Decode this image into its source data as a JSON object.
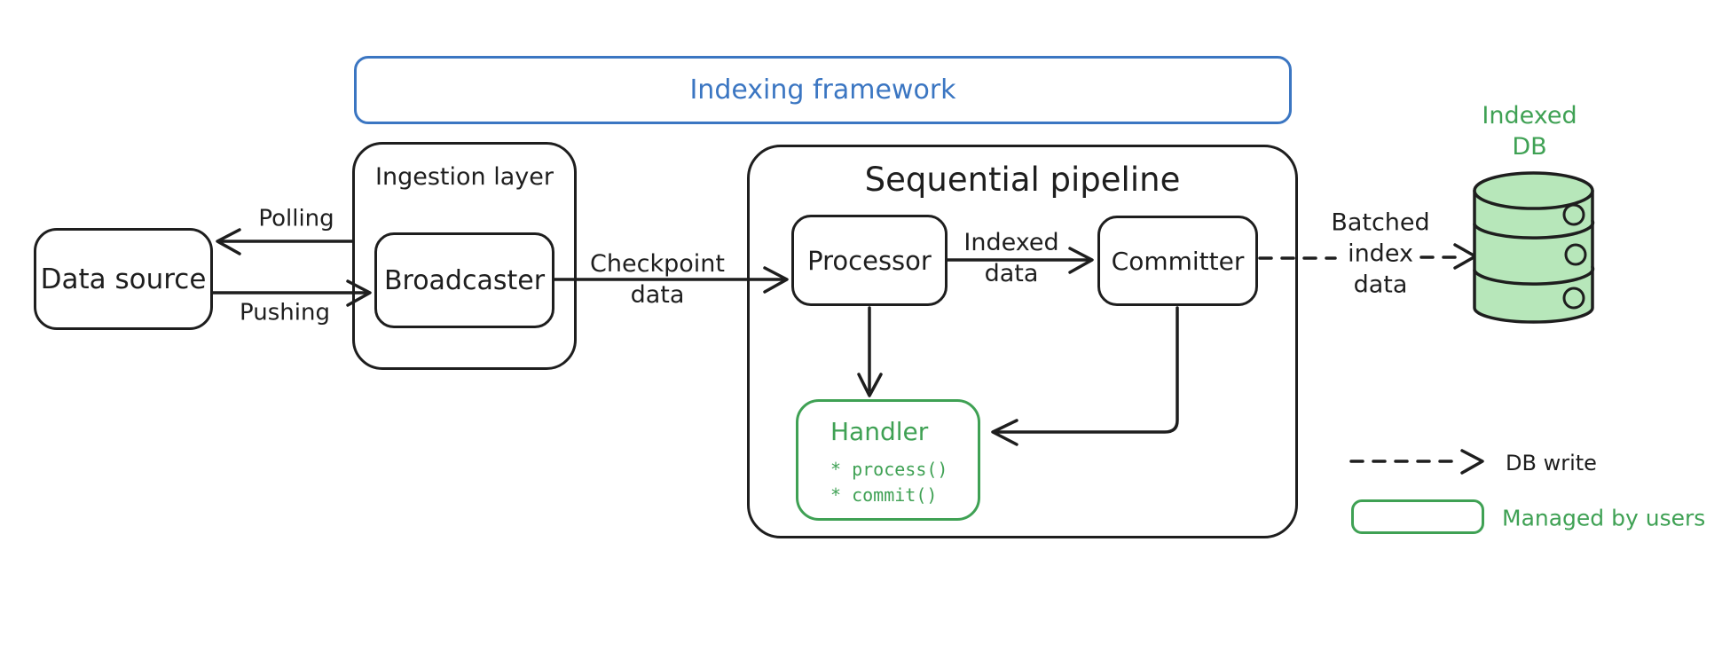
{
  "diagram": {
    "framework_label": "Indexing framework",
    "nodes": {
      "data_source": {
        "label": "Data source"
      },
      "ingestion_layer": {
        "label": "Ingestion layer"
      },
      "broadcaster": {
        "label": "Broadcaster"
      },
      "sequential_pipeline": {
        "label": "Sequential pipeline"
      },
      "processor": {
        "label": "Processor"
      },
      "committer": {
        "label": "Committer"
      },
      "handler": {
        "label": "Handler",
        "methods": [
          "* process()",
          "* commit()"
        ]
      },
      "indexed_db": {
        "label_line1": "Indexed",
        "label_line2": "DB"
      }
    },
    "edges": {
      "polling": {
        "label": "Polling"
      },
      "pushing": {
        "label": "Pushing"
      },
      "checkpoint": {
        "label_line1": "Checkpoint",
        "label_line2": "data"
      },
      "indexed": {
        "label_line1": "Indexed",
        "label_line2": "data"
      },
      "batched": {
        "label_line1": "Batched",
        "label_line2": "index",
        "label_line3": "data"
      }
    },
    "legend": {
      "items": [
        {
          "marker": "dashed-arrow",
          "label": "DB write"
        },
        {
          "marker": "green-outline-box",
          "label": "Managed by users"
        }
      ]
    },
    "colors": {
      "ink": "#1e1e1e",
      "blue_accent": "#3b76c2",
      "green_accent": "#3fa154",
      "green_fill": "#b7e7ba",
      "background": "#ffffff"
    }
  }
}
